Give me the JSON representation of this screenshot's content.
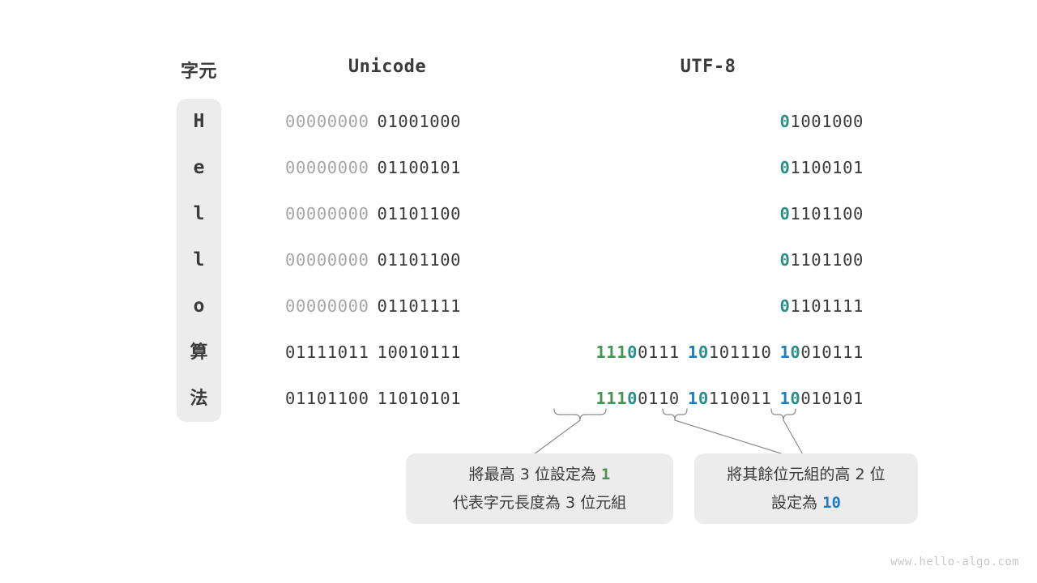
{
  "headers": {
    "char": "字元",
    "unicode": "Unicode",
    "utf8": "UTF-8"
  },
  "rows": [
    {
      "char": "H",
      "is_cjk": false,
      "unicode_high": "00000000",
      "unicode_low": "01001000",
      "utf8_bytes": [
        {
          "lead": "0",
          "lead_style": "teal",
          "rest": "1001000"
        }
      ]
    },
    {
      "char": "e",
      "is_cjk": false,
      "unicode_high": "00000000",
      "unicode_low": "01100101",
      "utf8_bytes": [
        {
          "lead": "0",
          "lead_style": "teal",
          "rest": "1100101"
        }
      ]
    },
    {
      "char": "l",
      "is_cjk": false,
      "unicode_high": "00000000",
      "unicode_low": "01101100",
      "utf8_bytes": [
        {
          "lead": "0",
          "lead_style": "teal",
          "rest": "1101100"
        }
      ]
    },
    {
      "char": "l",
      "is_cjk": false,
      "unicode_high": "00000000",
      "unicode_low": "01101100",
      "utf8_bytes": [
        {
          "lead": "0",
          "lead_style": "teal",
          "rest": "1101100"
        }
      ]
    },
    {
      "char": "o",
      "is_cjk": false,
      "unicode_high": "00000000",
      "unicode_low": "01101111",
      "utf8_bytes": [
        {
          "lead": "0",
          "lead_style": "teal",
          "rest": "1101111"
        }
      ]
    },
    {
      "char": "算",
      "is_cjk": true,
      "unicode_high": "01111011",
      "unicode_low": "10010111",
      "utf8_bytes": [
        {
          "ones": "111",
          "lead": "0",
          "lead_style": "teal",
          "rest": "0111"
        },
        {
          "ones": "1",
          "ones_style": "blue",
          "lead": "0",
          "lead_style": "teal",
          "rest": "101110"
        },
        {
          "ones": "1",
          "ones_style": "blue",
          "lead": "0",
          "lead_style": "teal",
          "rest": "010111"
        }
      ]
    },
    {
      "char": "法",
      "is_cjk": true,
      "unicode_high": "01101100",
      "unicode_low": "11010101",
      "utf8_bytes": [
        {
          "ones": "111",
          "lead": "0",
          "lead_style": "teal",
          "rest": "0110"
        },
        {
          "ones": "1",
          "ones_style": "blue",
          "lead": "0",
          "lead_style": "teal",
          "rest": "110011"
        },
        {
          "ones": "1",
          "ones_style": "blue",
          "lead": "0",
          "lead_style": "teal",
          "rest": "010101"
        }
      ]
    }
  ],
  "notes": {
    "left": {
      "line1_a": "將最高 3 位設定為 ",
      "line1_hl": "1",
      "line2": "代表字元長度為 3 位元組"
    },
    "right": {
      "line1": "將其餘位元組的高 2 位",
      "line2_a": "設定為 ",
      "line2_hl": "10"
    }
  },
  "watermark": "www.hello-algo.com",
  "colors": {
    "green": "#459455",
    "teal": "#2d8f8a",
    "blue": "#1b7fc2",
    "dark": "#3a3a3a",
    "dim": "#a6a6a6",
    "panel": "#ececec"
  }
}
